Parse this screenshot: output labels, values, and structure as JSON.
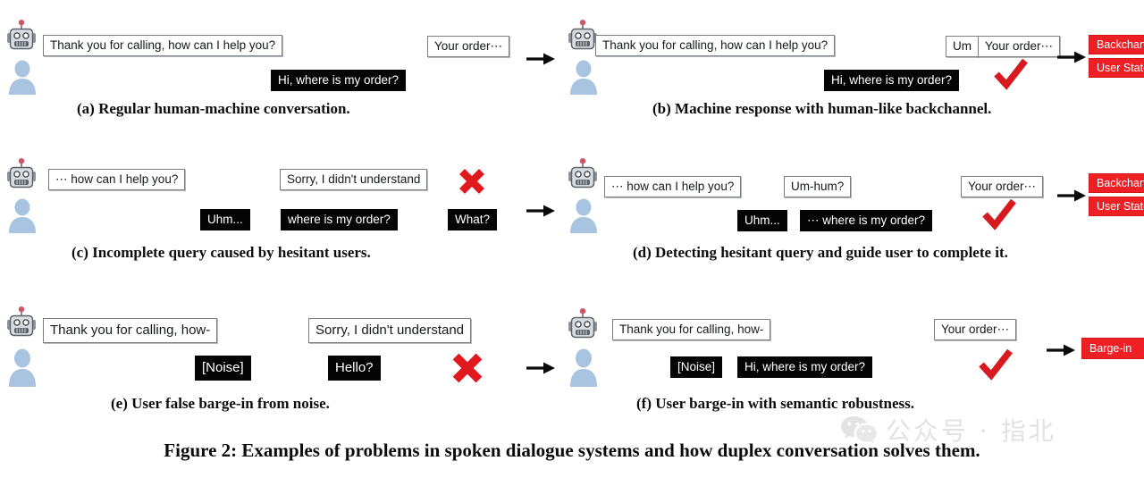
{
  "figure": {
    "caption": "Figure 2: Examples of problems in spoken dialogue systems and how duplex conversation solves them.",
    "colors": {
      "red_accent": "#ef2025",
      "user_bubble_bg": "#050505",
      "machine_bubble_border": "#7b7f85",
      "person_icon_blue": "#a9c4e0"
    }
  },
  "panels": [
    {
      "id": "a",
      "caption": "(a) Regular human-machine conversation.",
      "machine_messages": [
        "Thank you for calling, how can I help you?",
        "Your order⋯"
      ],
      "user_messages": [
        "Hi, where is my order?"
      ],
      "red_boxes": [],
      "marks": [
        "arrow-right"
      ]
    },
    {
      "id": "b",
      "caption": "(b) Machine response with human-like backchannel.",
      "machine_messages": [
        "Thank you for calling, how can I help you?",
        "Um",
        "Your order⋯"
      ],
      "user_messages": [
        "Hi, where is my order?"
      ],
      "red_boxes": [
        "Backchannel",
        "User State"
      ],
      "marks": [
        "check-mark",
        "arrow-right"
      ]
    },
    {
      "id": "c",
      "caption": "(c) Incomplete query caused by hesitant users.",
      "machine_messages": [
        "⋯ how can I help you?",
        "Sorry, I didn't understand"
      ],
      "user_messages": [
        "Uhm...",
        "where is my order?",
        "What?"
      ],
      "red_boxes": [],
      "marks": [
        "cross-mark",
        "arrow-right"
      ]
    },
    {
      "id": "d",
      "caption": "(d) Detecting hesitant query and guide user to complete it.",
      "machine_messages": [
        "⋯ how can I help you?",
        "Um-hum?",
        "Your order⋯"
      ],
      "user_messages": [
        "Uhm...",
        "⋯ where is my order?"
      ],
      "red_boxes": [
        "Backchannel",
        "User State"
      ],
      "marks": [
        "check-mark",
        "arrow-right"
      ]
    },
    {
      "id": "e",
      "caption": "(e) User false barge-in from noise.",
      "machine_messages": [
        "Thank you for calling, how-",
        "Sorry, I didn't understand"
      ],
      "user_messages": [
        "[Noise]",
        "Hello?"
      ],
      "red_boxes": [],
      "marks": [
        "cross-mark",
        "arrow-right"
      ]
    },
    {
      "id": "f",
      "caption": "(f) User barge-in with semantic robustness.",
      "machine_messages": [
        "Thank you for calling, how-",
        "Your order⋯"
      ],
      "user_messages": [
        "[Noise]",
        "Hi, where is my order?"
      ],
      "red_boxes": [
        "Barge-in"
      ],
      "marks": [
        "check-mark",
        "arrow-right"
      ]
    }
  ],
  "watermark": {
    "text": "公众号 · 指北",
    "logo": "wechat-logo"
  }
}
